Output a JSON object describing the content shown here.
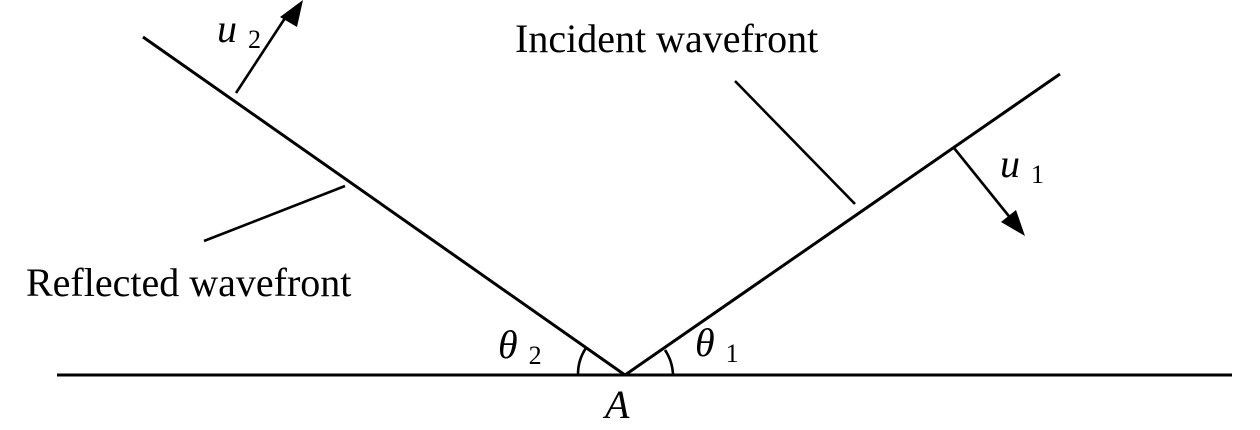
{
  "labels": {
    "incident": "Incident wavefront",
    "reflected": "Reflected wavefront",
    "point": "A",
    "u1_base": "u",
    "u1_sub": "1",
    "u2_base": "u",
    "u2_sub": "2",
    "theta1_base": "θ",
    "theta1_sub": "1",
    "theta2_base": "θ",
    "theta2_sub": "2"
  }
}
